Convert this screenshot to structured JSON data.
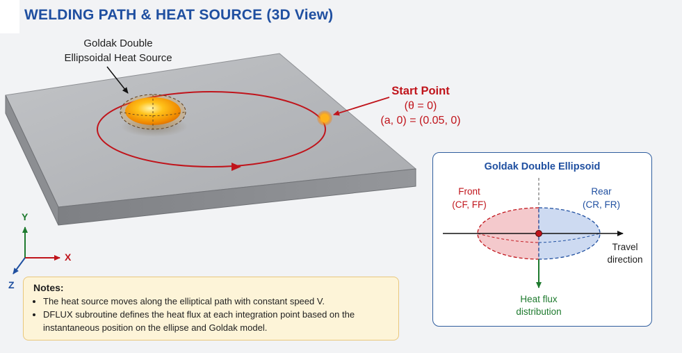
{
  "title": "WELDING PATH & HEAT SOURCE (3D View)",
  "heat_source_label": [
    "Goldak Double",
    "Ellipsoidal Heat Source"
  ],
  "start_point": {
    "title": "Start Point",
    "theta": "(θ = 0)",
    "coords": "(a, 0) = (0.05, 0)"
  },
  "axes": {
    "y": "Y",
    "x": "X",
    "z": "Z"
  },
  "panel": {
    "title": "Goldak Double Ellipsoid",
    "front": [
      "Front",
      "(CF, FF)"
    ],
    "rear": [
      "Rear",
      "(CR, FR)"
    ],
    "travel": [
      "Travel",
      "direction"
    ],
    "flux": [
      "Heat flux",
      "distribution"
    ]
  },
  "notes": {
    "title": "Notes:",
    "items": [
      "The heat source moves along the elliptical path with constant speed V.",
      "DFLUX subroutine defines the heat flux at each integration point based on the instantaneous position on the ellipse and Goldak model."
    ]
  },
  "colors": {
    "title": "#1f4fa0",
    "path": "#c0141b",
    "plate_top": "#b4b6ba",
    "plate_side": "#87898d",
    "front_region": "#f3c3c6",
    "rear_region": "#c8d6ef",
    "flux_arrow": "#1e7a2e",
    "notes_bg": "#fdf4d8"
  }
}
